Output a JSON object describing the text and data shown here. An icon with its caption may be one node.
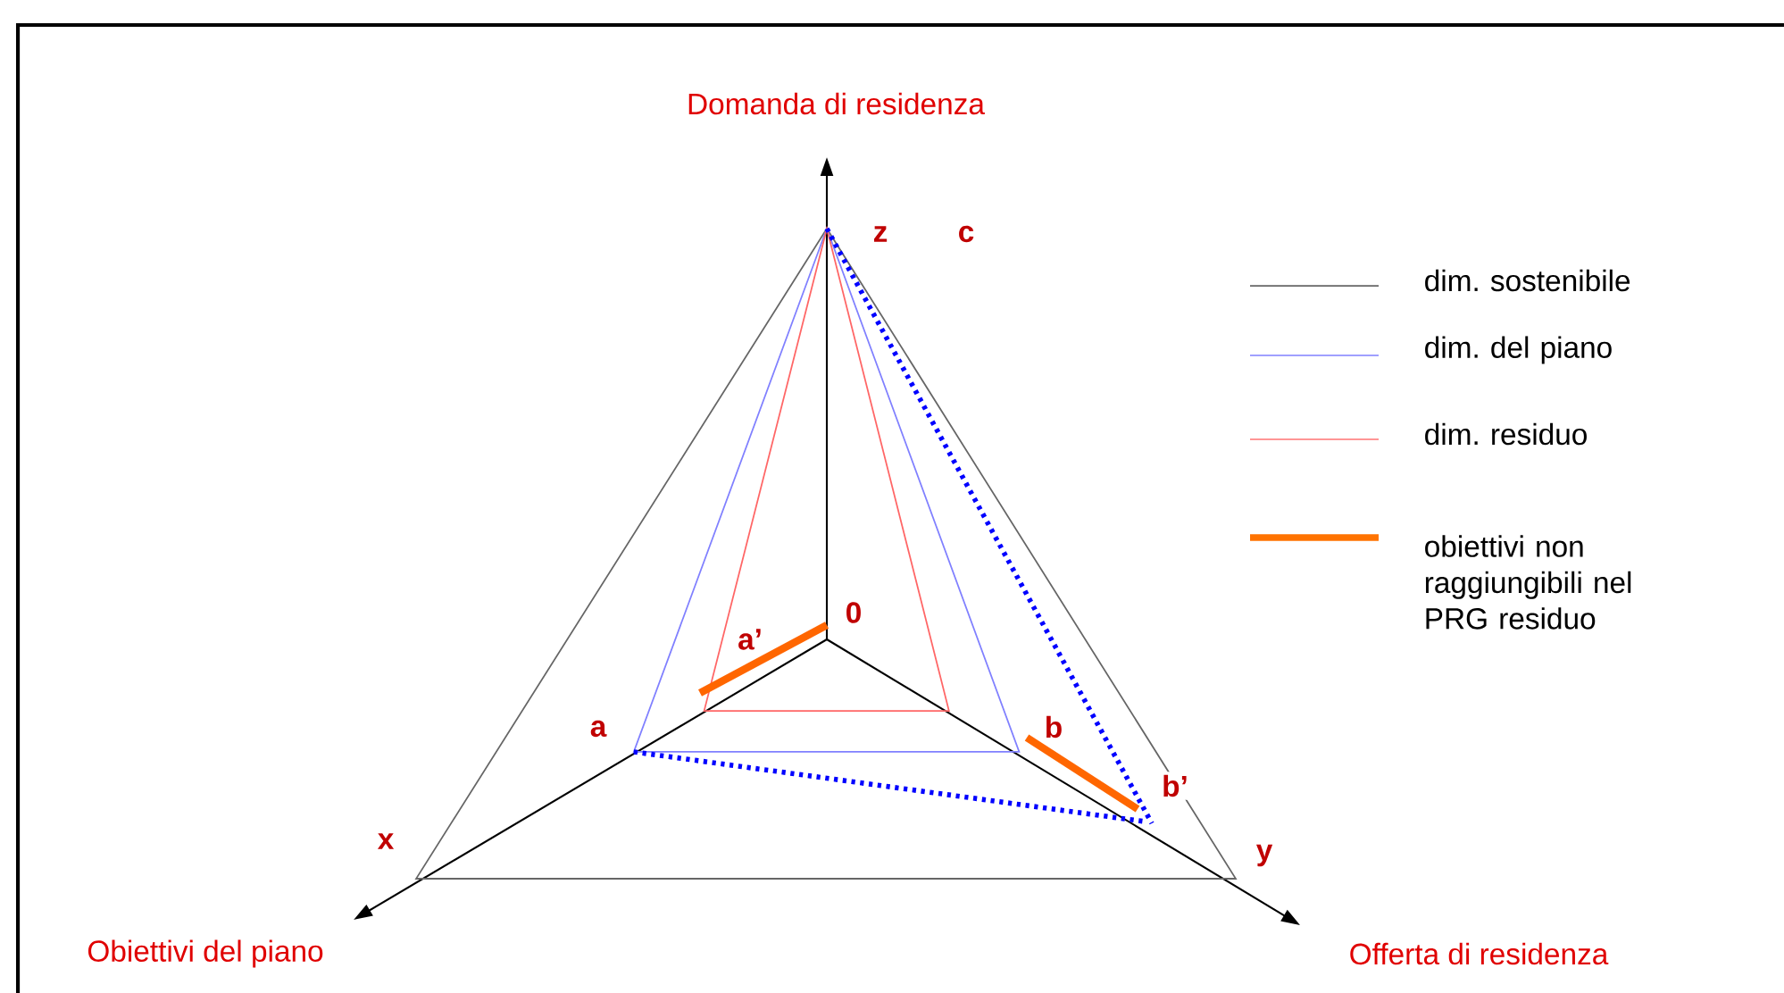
{
  "diagram": {
    "labels": [
      "Domanda di residenza",
      "z",
      "c",
      "0",
      "a’",
      "a",
      "b",
      "b’",
      "x",
      "y",
      "Obiettivi del piano",
      "Offerta di residenza"
    ],
    "legend": [
      {
        "text": "dim. sostenibile"
      },
      {
        "text": "dim. del piano"
      },
      {
        "text": "dim. residuo"
      },
      {
        "text": "obiettivi non raggiungibili nel PRG residuo"
      }
    ]
  }
}
